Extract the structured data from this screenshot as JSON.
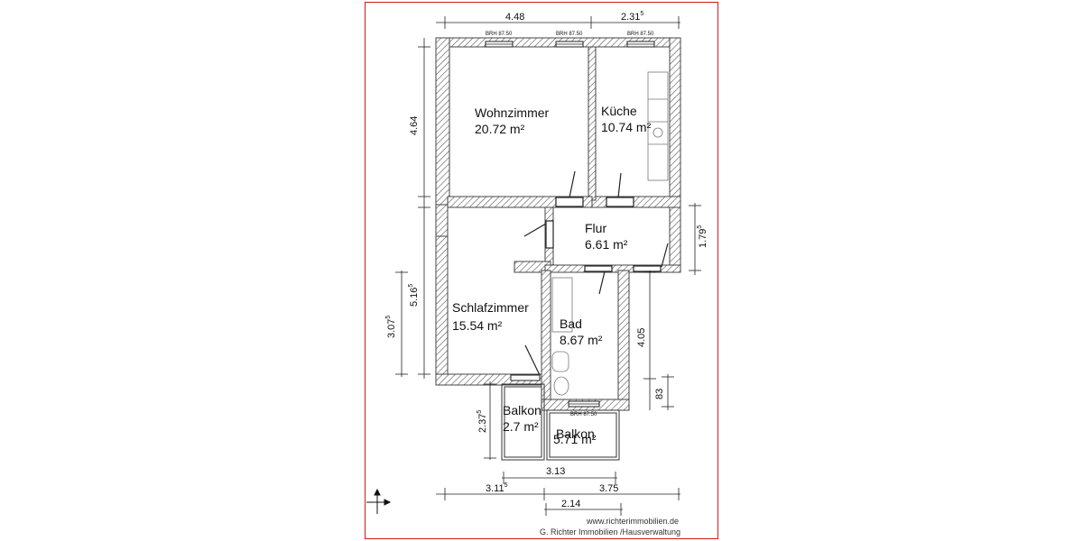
{
  "rooms": {
    "wohnzimmer": {
      "name": "Wohnzimmer",
      "area": "20.72 m²"
    },
    "kueche": {
      "name": "Küche",
      "area": "10.74 m²"
    },
    "flur": {
      "name": "Flur",
      "area": "6.61 m²"
    },
    "schlafzimmer": {
      "name": "Schlafzimmer",
      "area": "15.54 m²"
    },
    "bad": {
      "name": "Bad",
      "area": "8.67 m²"
    },
    "balkon_left": {
      "name": "Balkon",
      "area": "2.7 m²"
    },
    "balkon_right": {
      "name": "Balkon",
      "area": "5.71 m²"
    }
  },
  "window_label": "BRH 87.50",
  "dimensions": {
    "top_left": "4.48",
    "top_right": "2.31",
    "top_right_sup": "5",
    "left_upper": "4.64",
    "left_middle": "5.16",
    "left_middle_sup": "5",
    "left_lower": "3.07",
    "left_lower_sup": "5",
    "right_flur": "1.79",
    "right_flur_sup": "5",
    "right_bad": "4.05",
    "right_small": "83",
    "balkon_left": "2.37",
    "balkon_left_sup": "5",
    "bottom_balkon": "3.13",
    "bottom_left": "3.11",
    "bottom_left_sup": "5",
    "bottom_right": "3.75",
    "bottom_inner": "2.14"
  },
  "footer": {
    "website": "www.richterimmobilien.de",
    "company": "G. Richter Immobilien /Hausverwaltung"
  },
  "colors": {
    "frame": "#d01818",
    "wall": "#444444",
    "ink": "#111111"
  },
  "icons": [
    "compass-arrows-icon"
  ]
}
